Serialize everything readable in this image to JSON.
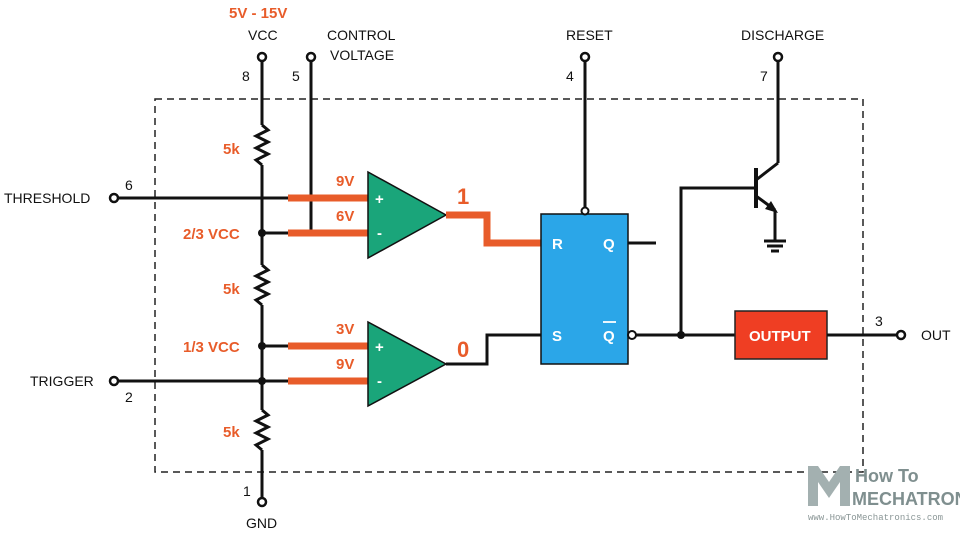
{
  "supply": {
    "range": "5V - 15V",
    "vcc": "VCC",
    "gnd": "GND"
  },
  "pins": {
    "vcc": "8",
    "control": "5",
    "reset": "4",
    "discharge": "7",
    "threshold": "6",
    "trigger": "2",
    "output": "3",
    "gnd": "1"
  },
  "labels": {
    "control_line1": "CONTROL",
    "control_line2": "VOLTAGE",
    "reset": "RESET",
    "discharge": "DISCHARGE",
    "threshold": "THRESHOLD",
    "trigger": "TRIGGER",
    "out": "OUT"
  },
  "divider": {
    "r1": "5k",
    "r2": "5k",
    "r3": "5k",
    "tap_high": "2/3 VCC",
    "tap_low": "1/3 VCC"
  },
  "comparator_top": {
    "plus_v": "9V",
    "minus_v": "6V",
    "plus": "+",
    "minus": "-",
    "output": "1"
  },
  "comparator_bottom": {
    "plus_v": "3V",
    "minus_v": "9V",
    "plus": "+",
    "minus": "-",
    "output": "0"
  },
  "flipflop": {
    "r": "R",
    "s": "S",
    "q": "Q",
    "qbar": "Q"
  },
  "output_block": "OUTPUT",
  "watermark": {
    "line1": "How To",
    "line2": "MECHATRONICS",
    "url": "www.HowToMechatronics.com"
  },
  "colors": {
    "accent": "#e85c2a",
    "comparator": "#1aa57a",
    "flipflop": "#2ba6e8",
    "output": "#ef3e23"
  }
}
